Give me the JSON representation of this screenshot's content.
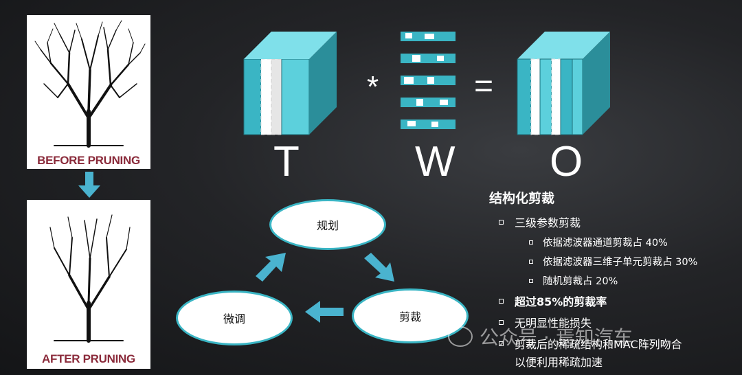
{
  "diagram": {
    "tree_before_caption": "BEFORE PRUNING",
    "tree_after_caption": "AFTER PRUNING",
    "equation": {
      "multiply": "*",
      "equals": "=",
      "labels": [
        "T",
        "W",
        "O"
      ]
    },
    "cycle": {
      "nodes": [
        "规划",
        "剪裁",
        "微调"
      ]
    }
  },
  "bullets": {
    "title": "结构化剪裁",
    "items": [
      {
        "level": 1,
        "text": "三级参数剪裁",
        "bold": false
      },
      {
        "level": 2,
        "text": "依据滤波器通道剪裁占 40%",
        "bold": false
      },
      {
        "level": 2,
        "text": "依据滤波器三维子单元剪裁占 30%",
        "bold": false
      },
      {
        "level": 2,
        "text": "随机剪裁占 20%",
        "bold": false
      },
      {
        "level": 1,
        "text": "超过85%的剪裁率",
        "bold": true
      },
      {
        "level": 1,
        "text": "无明显性能损失",
        "bold": false
      },
      {
        "level": 1,
        "text": "剪裁后的稀疏结构和MAC阵列吻合",
        "bold": false
      },
      {
        "level": 1,
        "text": "以便利用稀疏加速",
        "bold": false,
        "continuation": true
      }
    ]
  },
  "watermark": {
    "text": "公众号 · 焉知汽车",
    "icon": "wechat-icon"
  },
  "colors": {
    "teal": "#3ab5c4",
    "teal_light": "#5cd0dc",
    "caption": "#8a2a3a",
    "arrow": "#4ab3cf"
  }
}
